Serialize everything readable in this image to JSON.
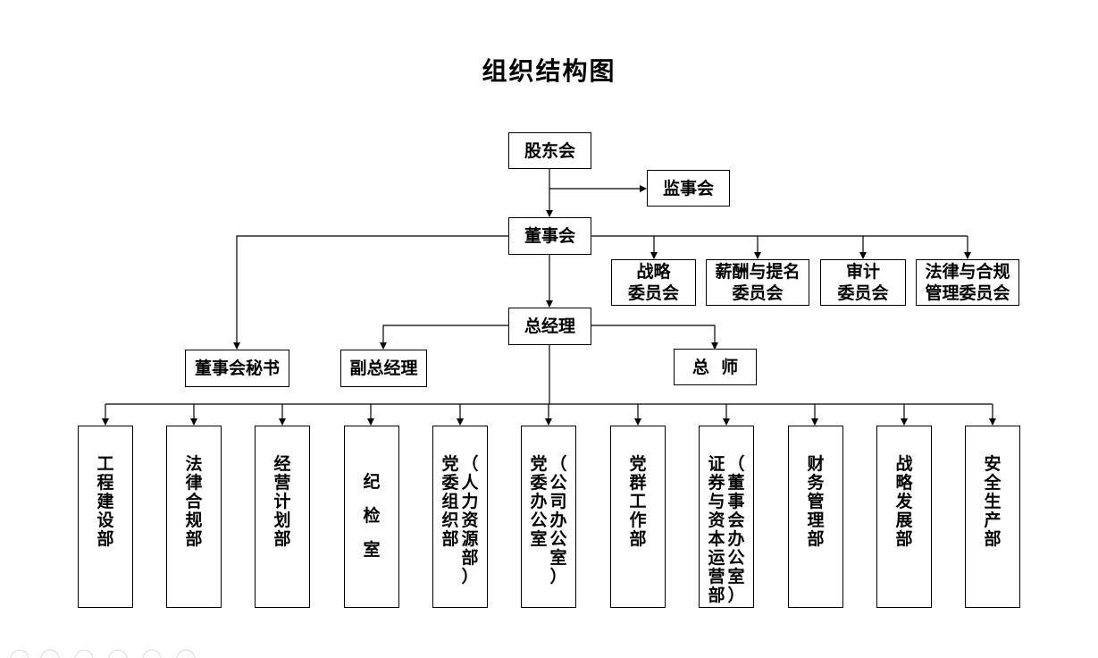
{
  "title": "组织结构图",
  "nodes": {
    "shareholders": "股东会",
    "supervisors": "监事会",
    "board": "董事会",
    "strategy_committee": [
      "战略",
      "委员会"
    ],
    "compensation_committee": [
      "薪酬与提名",
      "委员会"
    ],
    "audit_committee": [
      "审计",
      "委员会"
    ],
    "legal_committee": [
      "法律与合规",
      "管理委员会"
    ],
    "general_manager": "总经理",
    "board_secretary": "董事会秘书",
    "deputy_gm": "副总经理",
    "chief_engineer": "总  师"
  },
  "departments": [
    {
      "cols": [
        "工程建设部"
      ]
    },
    {
      "cols": [
        "法律合规部"
      ]
    },
    {
      "cols": [
        "经营计划部"
      ]
    },
    {
      "cols": [
        "纪检室"
      ]
    },
    {
      "cols": [
        "（人力资源部）",
        "党委组织部"
      ]
    },
    {
      "cols": [
        "（公司办公室）",
        "党委办公室"
      ]
    },
    {
      "cols": [
        "党群工作部"
      ]
    },
    {
      "cols": [
        "（董事会办公室）",
        "证券与资本运营部"
      ]
    },
    {
      "cols": [
        "财务管理部"
      ]
    },
    {
      "cols": [
        "战略发展部"
      ]
    },
    {
      "cols": [
        "安全生产部"
      ]
    }
  ]
}
